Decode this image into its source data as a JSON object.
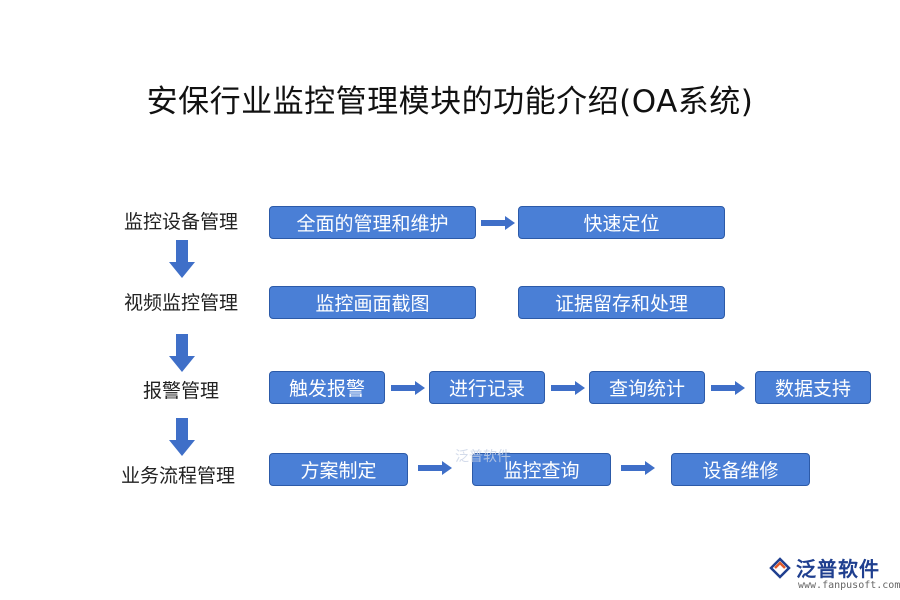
{
  "title": "安保行业监控管理模块的功能介绍(OA系统)",
  "rows": [
    {
      "label": "监控设备管理",
      "boxes": [
        "全面的管理和维护",
        "快速定位"
      ]
    },
    {
      "label": "视频监控管理",
      "boxes": [
        "监控画面截图",
        "证据留存和处理"
      ]
    },
    {
      "label": "报警管理",
      "boxes": [
        "触发报警",
        "进行记录",
        "查询统计",
        "数据支持"
      ]
    },
    {
      "label": "业务流程管理",
      "boxes": [
        "方案制定",
        "监控查询",
        "设备维修"
      ]
    }
  ],
  "watermark": "泛普软件",
  "logo": {
    "name": "泛普软件",
    "url": "www.fanpusoft.com"
  },
  "colors": {
    "box_fill": "#4a7fd6",
    "box_border": "#2c5aa8",
    "arrow": "#3f6fc8",
    "logo_text": "#1f3f8f"
  }
}
